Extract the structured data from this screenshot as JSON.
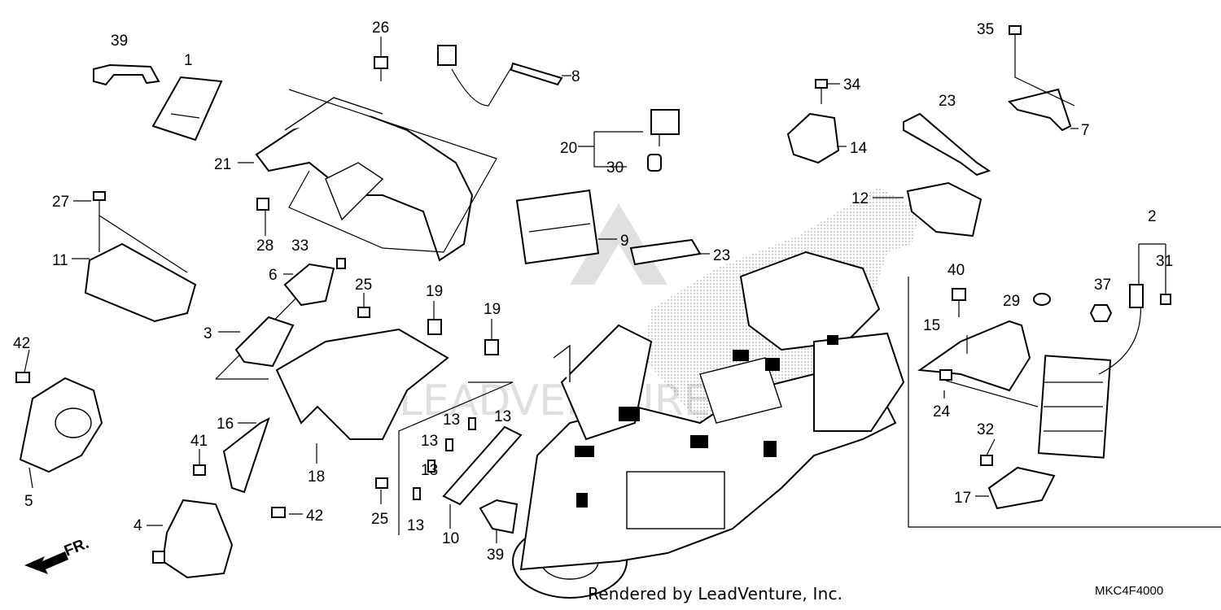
{
  "diagram": {
    "callouts": [
      "39",
      "1",
      "26",
      "8",
      "20",
      "30",
      "34",
      "14",
      "23",
      "35",
      "7",
      "21",
      "28",
      "33",
      "27",
      "11",
      "6",
      "3",
      "12",
      "9",
      "23",
      "2",
      "31",
      "40",
      "29",
      "37",
      "25",
      "19",
      "19",
      "15",
      "24",
      "42",
      "5",
      "16",
      "18",
      "13",
      "13",
      "13",
      "13",
      "13",
      "32",
      "17",
      "41",
      "4",
      "42",
      "25",
      "10",
      "39"
    ],
    "front_label": "FR.",
    "credit": "Rendered by LeadVenture, Inc.",
    "code": "MKC4F4000",
    "watermark": "LEADVENTURE"
  }
}
